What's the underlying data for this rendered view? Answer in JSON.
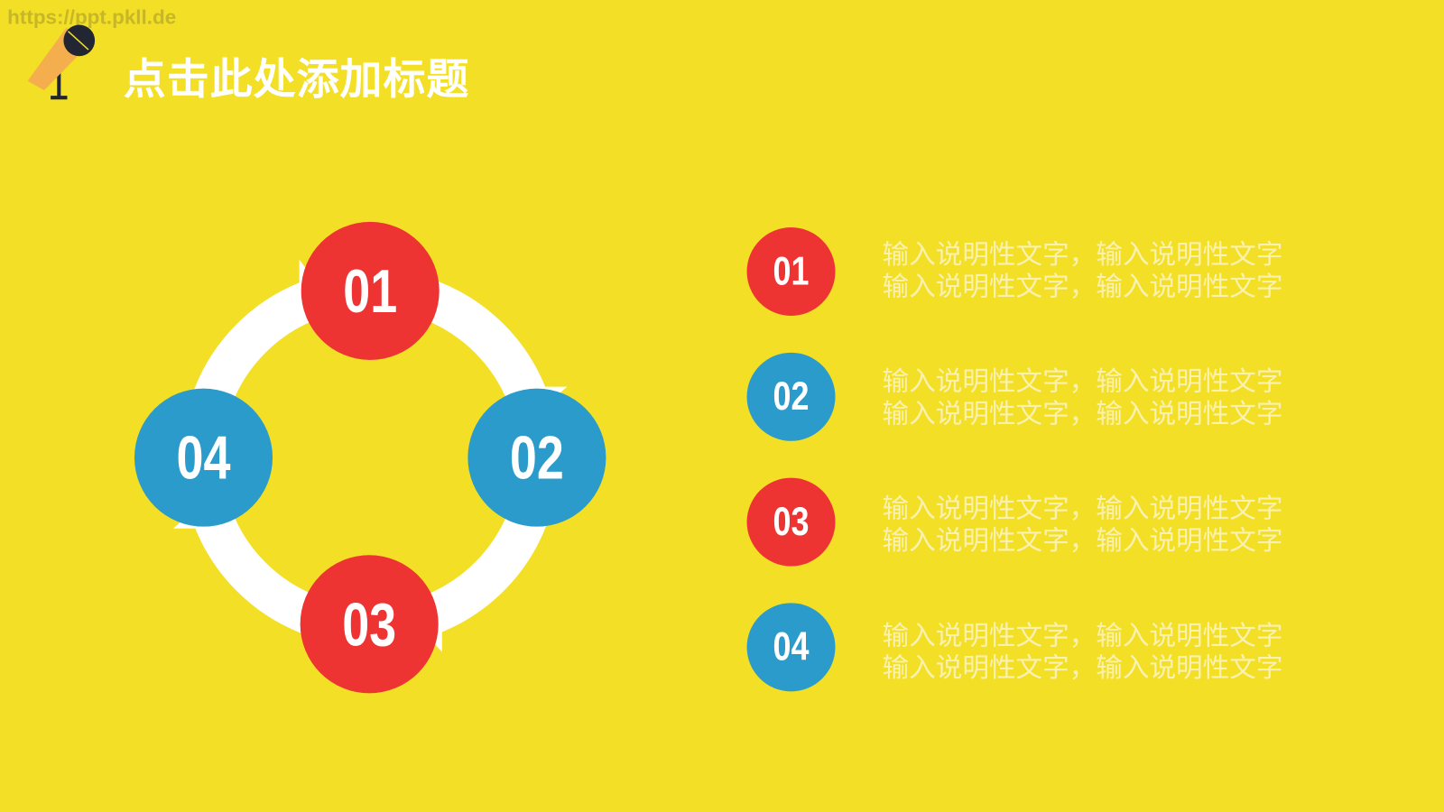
{
  "watermark": "https://ppt.pkll.de",
  "title": "点击此处添加标题",
  "colors": {
    "background": "#F2DF26",
    "red": "#EE3433",
    "blue": "#2A9BCB",
    "text": "#FBF1B0"
  },
  "icons": {
    "header": "microphone-icon"
  },
  "cycle": [
    {
      "label": "01",
      "color": "red"
    },
    {
      "label": "02",
      "color": "blue"
    },
    {
      "label": "03",
      "color": "red"
    },
    {
      "label": "04",
      "color": "blue"
    }
  ],
  "items": [
    {
      "num": "01",
      "line1": "输入说明性文字，输入说明性文字",
      "line2": "输入说明性文字，输入说明性文字"
    },
    {
      "num": "02",
      "line1": "输入说明性文字，输入说明性文字",
      "line2": "输入说明性文字，输入说明性文字"
    },
    {
      "num": "03",
      "line1": "输入说明性文字，输入说明性文字",
      "line2": "输入说明性文字，输入说明性文字"
    },
    {
      "num": "04",
      "line1": "输入说明性文字，输入说明性文字",
      "line2": "输入说明性文字，输入说明性文字"
    }
  ]
}
